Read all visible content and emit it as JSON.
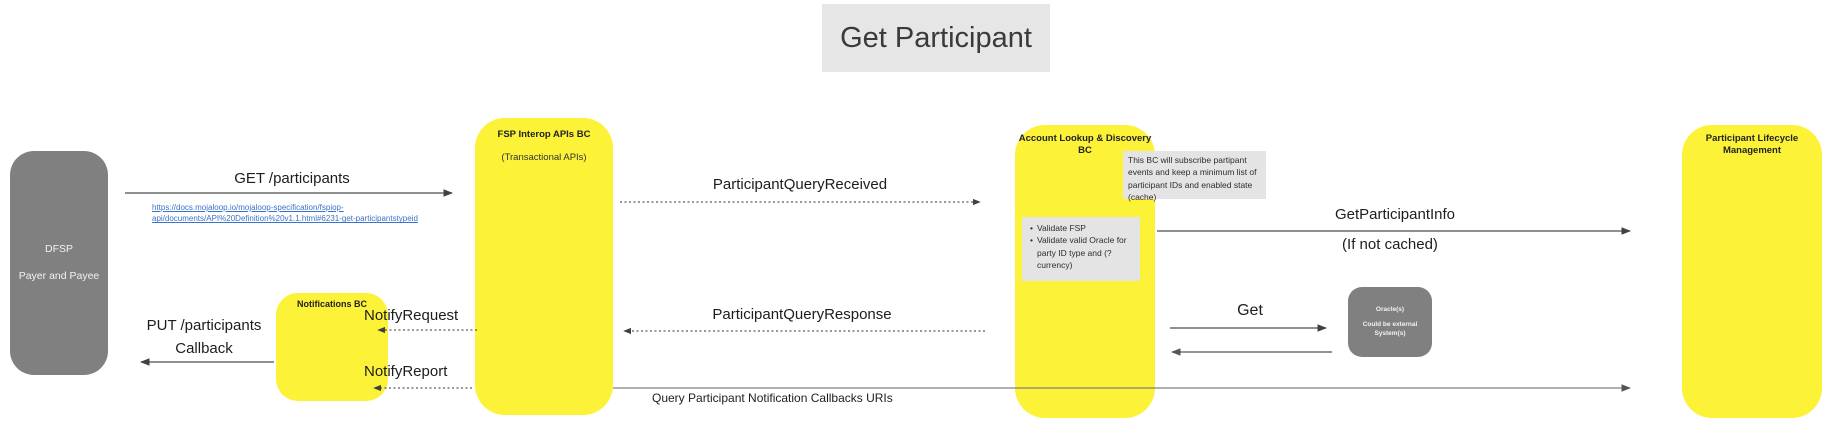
{
  "title": "Get Participant",
  "colors": {
    "yellow": "#FCF238",
    "gray_actor": "#808080",
    "note_bg": "#E4E4E4",
    "title_bg": "#E6E6E6",
    "link": "#3B73C9"
  },
  "actors": {
    "dfsp": {
      "line1": "DFSP",
      "line2": "Payer and Payee"
    },
    "notifications": {
      "title": "Notifications BC"
    },
    "fsp_interop": {
      "title": "FSP Interop APIs BC",
      "subtitle": "(Transactional APIs)"
    },
    "account_lookup": {
      "title_line1": "Account Lookup & Discovery",
      "title_line2": "BC"
    },
    "oracle": {
      "name": "Oracle(s)",
      "description": "Could be external System(s)"
    },
    "plm": {
      "title_line1": "Participant Lifecycle",
      "title_line2": "Management"
    }
  },
  "messages": {
    "get_participants": "GET /participants",
    "spec_link_line1": "https://docs.mojaloop.io/mojaloop-specification/fspiop-",
    "spec_link_line2": "api/documents/API%20Definition%20v1.1.html#6231-get-participantstypeid",
    "participant_query_received": "ParticipantQueryReceived",
    "get_participant_info": "GetParticipantInfo",
    "if_not_cached": "(If not cached)",
    "get": "Get",
    "participant_query_response": "ParticipantQueryResponse",
    "notify_request": "NotifyRequest",
    "notify_report": "NotifyReport",
    "put_participants_callback_line1": "PUT /participants",
    "put_participants_callback_line2": "Callback",
    "query_notification_callbacks": "Query Participant Notification Callbacks URIs"
  },
  "notes": {
    "subscribe_note": "This BC will subscribe partipant events and keep a minimum list of participant IDs and enabled state (cache)",
    "validate_note_items": [
      "Validate FSP",
      "Validate valid Oracle for party ID type and (?currency)"
    ]
  }
}
